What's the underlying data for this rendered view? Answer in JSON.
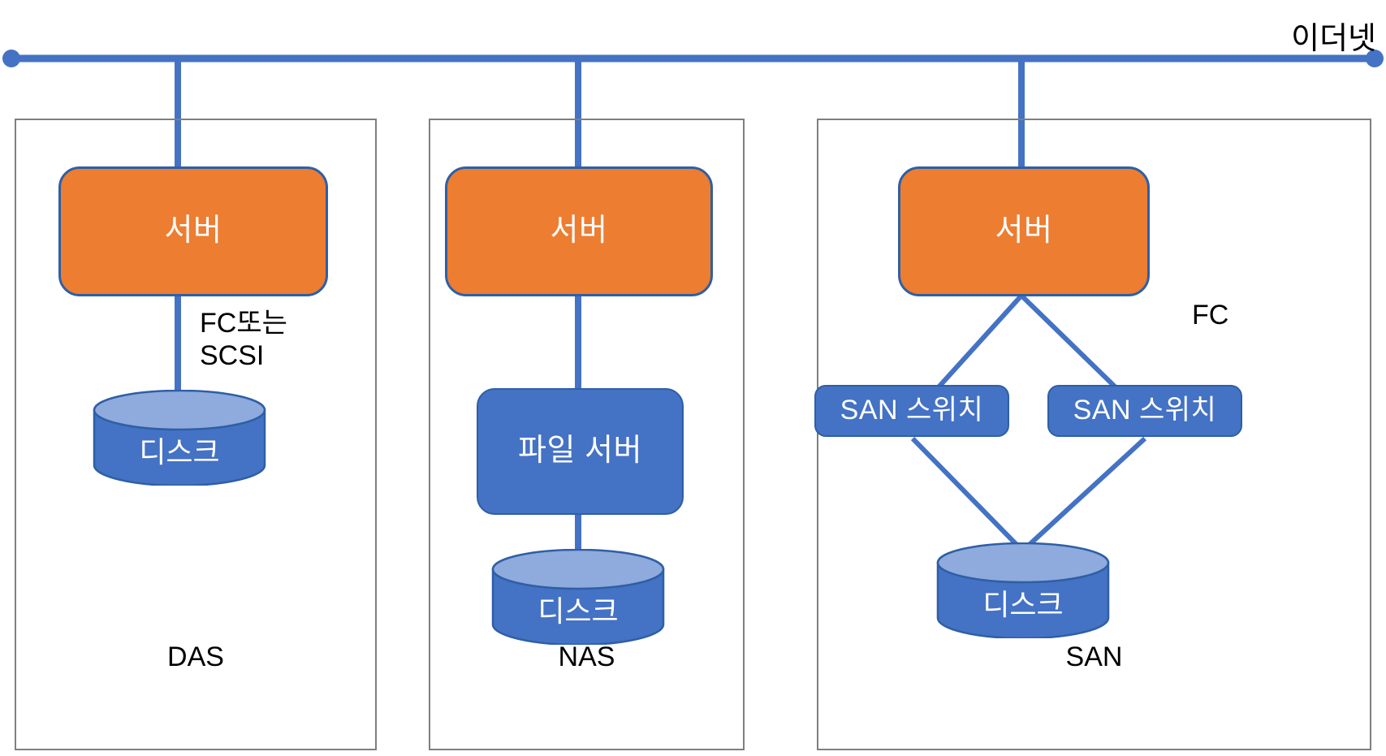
{
  "diagram": {
    "title_label": "이더넷",
    "colors": {
      "ethernet_line": "#4472C4",
      "server_fill": "#ED7D31",
      "server_border": "#2E5FA6",
      "blue_fill": "#4472C4",
      "blue_border": "#2E5FA6",
      "cylinder_body": "#4472C4",
      "cylinder_top": "#8FAADC",
      "panel_border": "#7F7F7F",
      "text_on_fill": "#FFFFFF",
      "text_plain": "#000000"
    }
  },
  "panels": [
    {
      "id": "das",
      "caption": "DAS",
      "server_label": "서버",
      "link_label": "FC또는\nSCSI",
      "disk_label": "디스크"
    },
    {
      "id": "nas",
      "caption": "NAS",
      "server_label": "서버",
      "file_server_label": "파일 서버",
      "disk_label": "디스크"
    },
    {
      "id": "san",
      "caption": "SAN",
      "server_label": "서버",
      "link_label": "FC",
      "switch_left_label": "SAN 스위치",
      "switch_right_label": "SAN 스위치",
      "disk_label": "디스크"
    }
  ]
}
